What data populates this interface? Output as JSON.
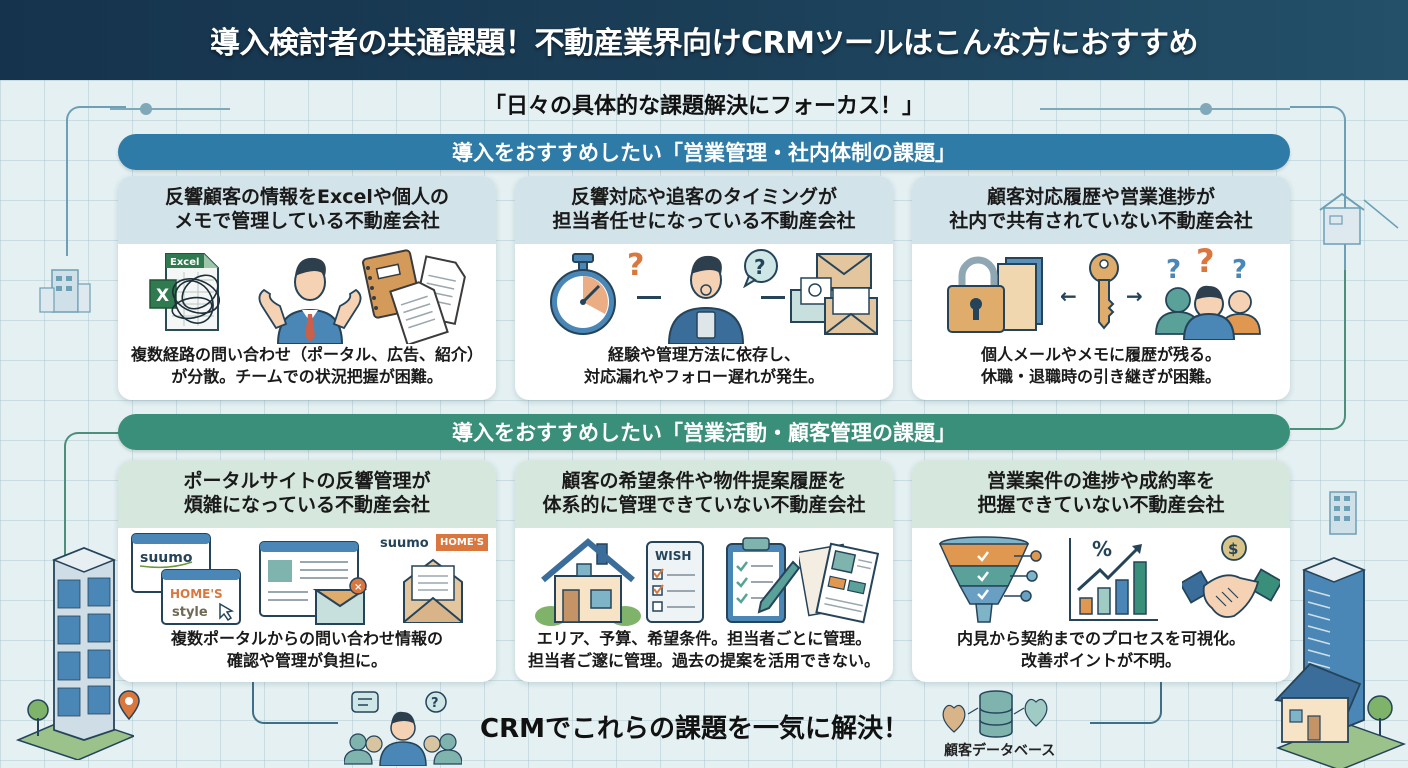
{
  "title": "導入検討者の共通課題！不動産業界向けCRMツールはこんな方におすすめ",
  "subtitle": "「日々の具体的な課題解決にフォーカス！」",
  "colors": {
    "title_bg": "#1b3e57",
    "banner_blue": "#2e7ba8",
    "banner_green": "#3a8f7a",
    "card_head_blue": "#d3e3ea",
    "card_head_green": "#d6e7dd",
    "background": "#e4f0f2",
    "accent_orange": "#d9773f"
  },
  "sections": [
    {
      "banner": "導入をおすすめしたい「営業管理・社内体制の課題」",
      "cards": [
        {
          "heading_line1": "反響顧客の情報をExcelや個人の",
          "heading_line2": "メモで管理している不動産会社",
          "icons": [
            "excel-tangled-icon",
            "confused-businessman-icon",
            "notebook-documents-icon"
          ],
          "excel_label": "Excel",
          "excel_letter": "X",
          "desc_line1": "複数経路の問い合わせ（ポータル、広告、紹介）",
          "desc_line2": "が分散。チームでの状況把握が困難。"
        },
        {
          "heading_line1": "反響対応や追客のタイミングが",
          "heading_line2": "担当者任せになっている不動産会社",
          "icons": [
            "stopwatch-icon",
            "question-mark-icon",
            "thinking-businessman-icon",
            "speech-question-icon",
            "envelopes-icon"
          ],
          "desc_line1": "経験や管理方法に依存し、",
          "desc_line2": "対応漏れやフォロー遅れが発生。"
        },
        {
          "heading_line1": "顧客対応履歴や営業進捗が",
          "heading_line2": "社内で共有されていない不動産会社",
          "icons": [
            "padlock-folder-icon",
            "key-icon",
            "confused-team-icon"
          ],
          "desc_line1": "個人メールやメモに履歴が残る。",
          "desc_line2": "休職・退職時の引き継ぎが困難。"
        }
      ]
    },
    {
      "banner": "導入をおすすめしたい「営業活動・顧客管理の課題」",
      "cards": [
        {
          "heading_line1": "ポータルサイトの反響管理が",
          "heading_line2": "煩雑になっている不動産会社",
          "icons": [
            "portal-windows-icon",
            "browser-mail-error-icon",
            "portal-logos-envelope-icon"
          ],
          "logo_suumo": "suumo",
          "logo_homes": "HOME'S",
          "logo_homes_style_1": "HOME'S",
          "logo_homes_style_2": "style",
          "desc_line1": "複数ポータルからの問い合わせ情報の",
          "desc_line2": "確認や管理が負担に。"
        },
        {
          "heading_line1": "顧客の希望条件や物件提案履歴を",
          "heading_line2": "体系的に管理できていない不動産会社",
          "icons": [
            "house-icon",
            "wish-list-icon",
            "clipboard-pencil-icon",
            "property-flyers-icon"
          ],
          "wish_label": "WISH",
          "desc_line1": "エリア、予算、希望条件。担当者ごとに管理。",
          "desc_line2": "担当者ご𨗉に管理。過去の提案を活用できない。"
        },
        {
          "heading_line1": "営業案件の進捗や成約率を",
          "heading_line2": "把握できていない不動産会社",
          "icons": [
            "sales-funnel-icon",
            "growth-chart-icon",
            "handshake-dollar-icon"
          ],
          "chart_symbol": "%",
          "coin_symbol": "$",
          "desc_line1": "内見から契約までのプロセスを可視化。",
          "desc_line2": "改善ポイントが不明。"
        }
      ]
    }
  ],
  "footer": {
    "message": "CRMでこれらの課題を一気に解決！",
    "db_label": "顧客データベース",
    "icons": [
      "team-chat-icon",
      "customer-database-icon"
    ]
  }
}
